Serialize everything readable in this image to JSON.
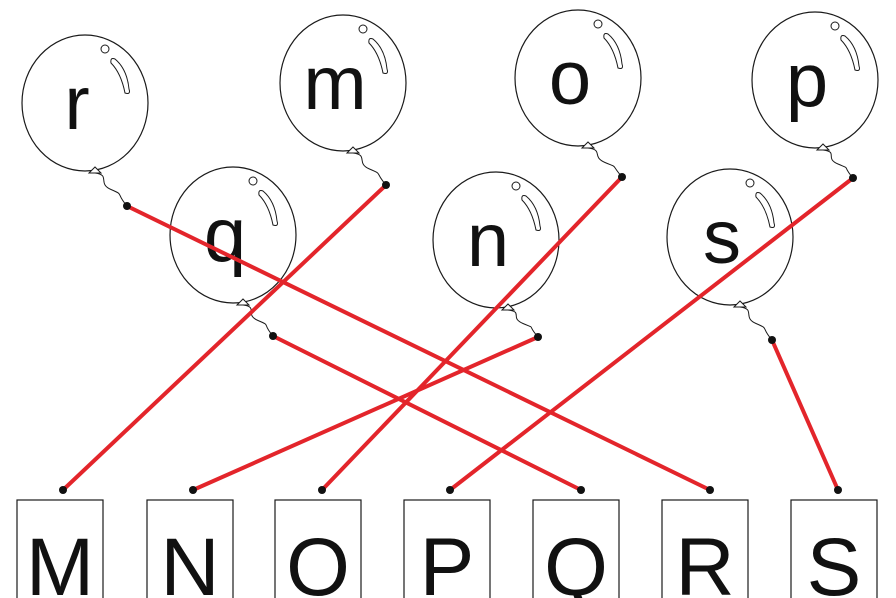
{
  "balloons": [
    {
      "id": "r",
      "letter": "r"
    },
    {
      "id": "m",
      "letter": "m"
    },
    {
      "id": "o",
      "letter": "o"
    },
    {
      "id": "p",
      "letter": "p"
    },
    {
      "id": "q",
      "letter": "q"
    },
    {
      "id": "n",
      "letter": "n"
    },
    {
      "id": "s",
      "letter": "s"
    }
  ],
  "boxes": [
    {
      "id": "M",
      "letter": "M"
    },
    {
      "id": "N",
      "letter": "N"
    },
    {
      "id": "O",
      "letter": "O"
    },
    {
      "id": "P",
      "letter": "P"
    },
    {
      "id": "Q",
      "letter": "Q"
    },
    {
      "id": "R",
      "letter": "R"
    },
    {
      "id": "S",
      "letter": "S"
    }
  ],
  "connections": [
    {
      "from": "r",
      "to": "R"
    },
    {
      "from": "m",
      "to": "M"
    },
    {
      "from": "o",
      "to": "O"
    },
    {
      "from": "p",
      "to": "P"
    },
    {
      "from": "q",
      "to": "Q"
    },
    {
      "from": "n",
      "to": "N"
    },
    {
      "from": "s",
      "to": "S"
    }
  ],
  "colors": {
    "line": "#e3252b",
    "outline": "#1a1a1a"
  }
}
